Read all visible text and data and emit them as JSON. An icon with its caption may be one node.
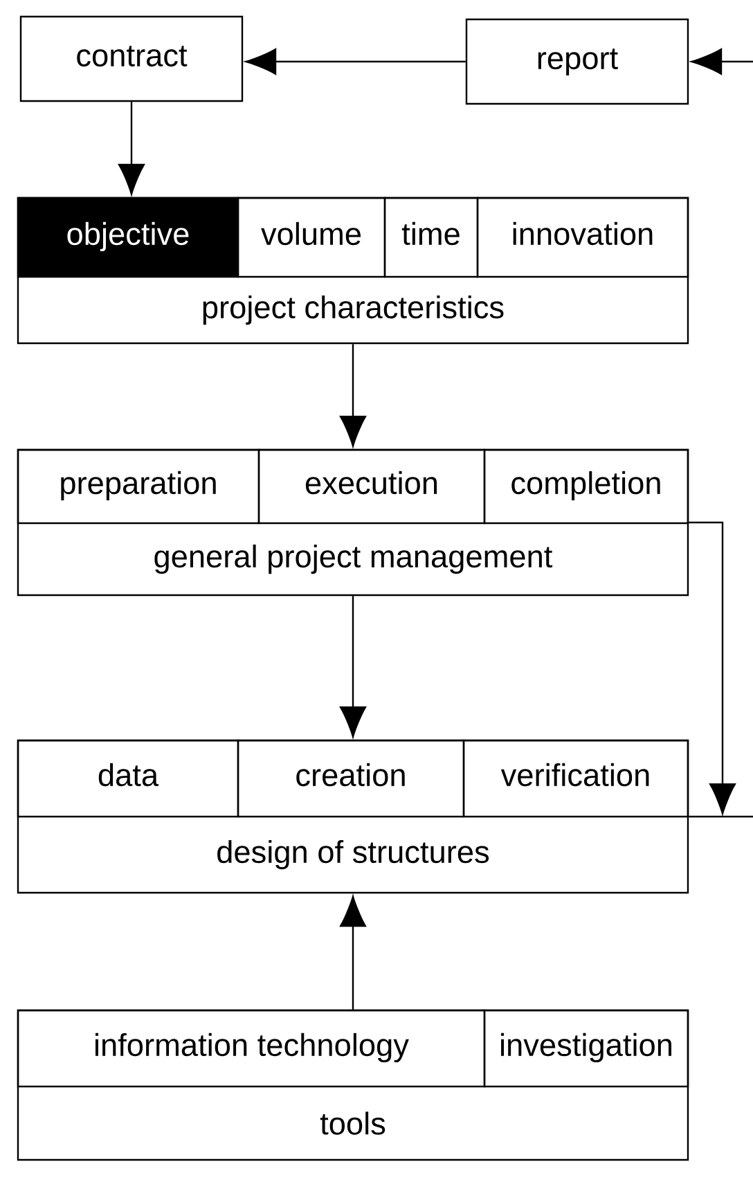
{
  "diagram": {
    "nodes": [
      {
        "text": [
          "contract"
        ]
      },
      {
        "text": [
          "report"
        ]
      },
      {
        "text": [
          "project characteristics"
        ]
      },
      {
        "text": [
          "objective"
        ],
        "in": 2
      },
      {
        "text": [
          "volume"
        ],
        "in": 2
      },
      {
        "text": [
          "time"
        ],
        "in": 2
      },
      {
        "text": [
          "innovation"
        ],
        "in": 2
      },
      {
        "text": [
          "general project management"
        ]
      },
      {
        "text": [
          "preparation"
        ],
        "in": 7
      },
      {
        "text": [
          "execution"
        ],
        "in": 7
      },
      {
        "text": [
          "completion"
        ],
        "in": 7
      },
      {
        "text": [
          "design of structures"
        ]
      },
      {
        "text": [
          "data"
        ],
        "in": 11
      },
      {
        "text": [
          "creation"
        ],
        "in": 11
      },
      {
        "text": [
          "verification"
        ],
        "in": 11
      },
      {
        "text": [
          "tools"
        ]
      },
      {
        "text": [
          "information technology"
        ],
        "in": 15
      },
      {
        "text": [
          "investigation"
        ],
        "in": 15
      }
    ],
    "edges": [
      {
        "from": 1,
        "to": 0,
        "arrow": "to"
      },
      {
        "from": null,
        "to": 1,
        "arrow": "to"
      },
      {
        "from": 0,
        "to": 3,
        "arrow": "to"
      },
      {
        "from": 2,
        "to": 7,
        "arrow": "to"
      },
      {
        "from": 7,
        "to": 11,
        "arrow": "to"
      },
      {
        "from": 15,
        "to": 11,
        "arrow": "to"
      },
      {
        "from": 7,
        "to": null,
        "arrow": "to"
      },
      {
        "from": 11,
        "to": null,
        "arrow": "none"
      }
    ]
  }
}
